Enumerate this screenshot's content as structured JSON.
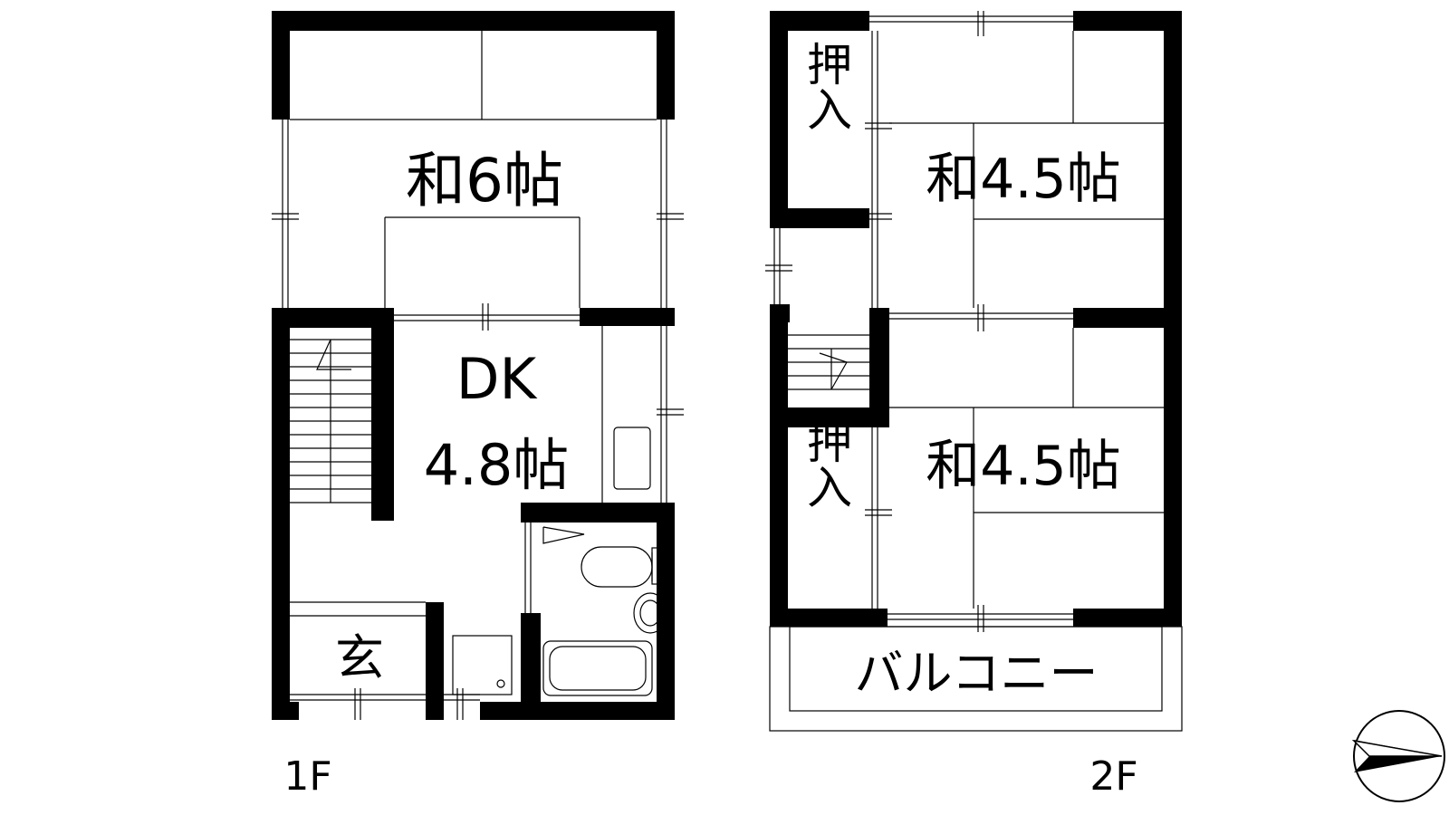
{
  "floors": {
    "first": {
      "label": "1F",
      "rooms": {
        "washitsu6": "和6帖",
        "dk_name": "DK",
        "dk_size": "4.8帖",
        "genkan": "玄"
      }
    },
    "second": {
      "label": "2F",
      "rooms": {
        "oshiire_top": "押入",
        "washitsu_a": "和4.5帖",
        "washitsu_b": "和4.5帖",
        "oshiire_bottom": "押入",
        "balcony": "バルコニー"
      }
    }
  },
  "compass": {
    "icon": "north-arrow-icon"
  }
}
